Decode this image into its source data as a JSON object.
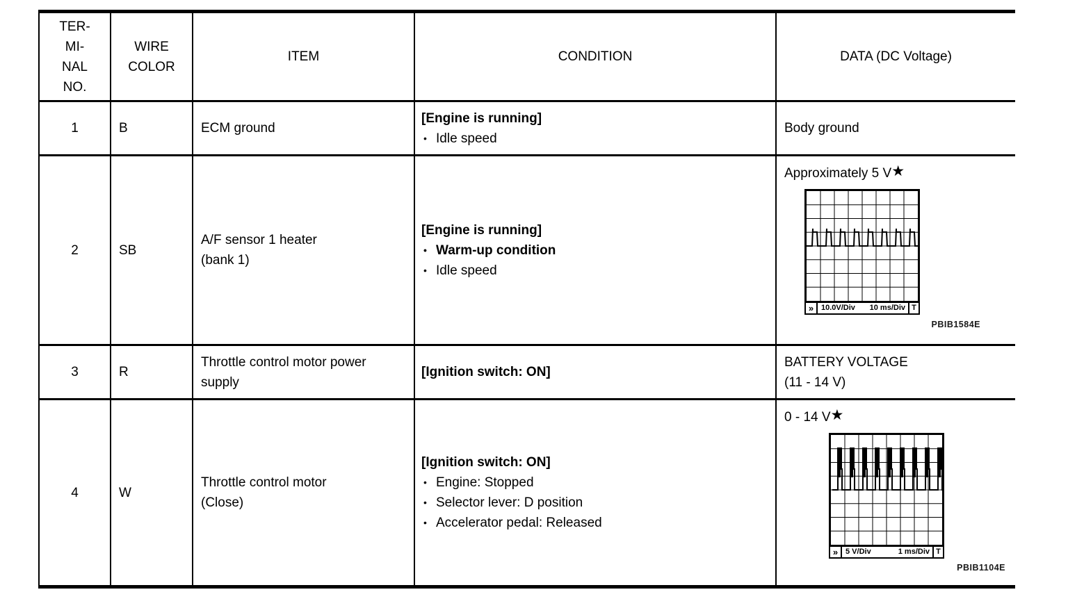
{
  "table": {
    "bullet_char": "•",
    "headers": {
      "terminal_lines": [
        "TER-",
        "MI-",
        "NAL",
        "NO."
      ],
      "wire": "WIRE COLOR",
      "item": "ITEM",
      "condition": "CONDITION",
      "data": "DATA (DC Voltage)"
    },
    "rows": [
      {
        "terminal": "1",
        "wire": "B",
        "item_lines": [
          "ECM ground"
        ],
        "condition": {
          "header": "[Engine is running]",
          "bullets": [
            {
              "text": "Idle speed"
            }
          ]
        },
        "data": {
          "text": "Body ground"
        }
      },
      {
        "terminal": "2",
        "wire": "SB",
        "item_lines": [
          "A/F sensor 1 heater",
          "(bank 1)"
        ],
        "condition": {
          "header": "[Engine is running]",
          "bullets": [
            {
              "text": "Warm-up condition"
            },
            {
              "text": "Idle speed"
            }
          ]
        },
        "data": {
          "label": "Approximately 5 V",
          "star": "★",
          "scope": {
            "arrows": "»",
            "v_div": "10.0V/Div",
            "t_div": "10 ms/Div",
            "trigger": "T"
          },
          "caption": "PBIB1584E"
        }
      },
      {
        "terminal": "3",
        "wire": "R",
        "item_lines": [
          "Throttle control motor power",
          "supply"
        ],
        "condition": {
          "header": "[Ignition switch: ON]",
          "bullets": []
        },
        "data": {
          "lines": [
            "BATTERY VOLTAGE",
            "(11 - 14 V)"
          ]
        }
      },
      {
        "terminal": "4",
        "wire": "W",
        "item_lines": [
          "Throttle control motor",
          "(Close)"
        ],
        "condition": {
          "header": "[Ignition switch: ON]",
          "bullets": [
            {
              "text": "Engine: Stopped"
            },
            {
              "text": "Selector lever: D position"
            },
            {
              "text": "Accelerator pedal: Released"
            }
          ]
        },
        "data": {
          "label": "0 - 14 V",
          "star": "★",
          "scope": {
            "arrows": "»",
            "v_div": "5 V/Div",
            "t_div": "1 ms/Div",
            "trigger": "T"
          },
          "caption": "PBIB1104E"
        }
      }
    ]
  }
}
